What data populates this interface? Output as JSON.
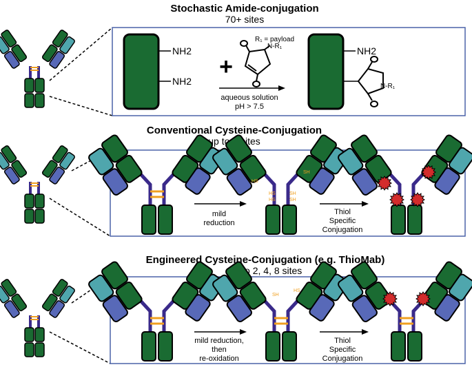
{
  "sections": [
    {
      "title": "Stochastic Amide-conjugation",
      "subtitle": "70+ sites",
      "labels": {
        "nh2_top": "NH2",
        "nh2_bottom": "NH2",
        "plus": "+",
        "payload_key": "R₁ = payload",
        "r1_maleimide": "N-R₁",
        "arrow_line1": "aqueous solution",
        "arrow_line2": "pH > 7.5",
        "product_nh2": "NH2",
        "product_r1": "N-R₁"
      }
    },
    {
      "title": "Conventional Cysteine-Conjugation",
      "subtitle": "up to 8 sites",
      "arrow1": [
        "mild",
        "reduction"
      ],
      "arrow2": [
        "Thiol",
        "Specific",
        "Conjugation"
      ],
      "sh_label": "SH",
      "hs_label": "HS"
    },
    {
      "title": "Engineered Cysteine-Conjugation (e.g. ThioMab)",
      "subtitle": "up to 2, 4, 8 sites",
      "arrow1": [
        "mild reduction,",
        "then",
        "re-oxidation"
      ],
      "arrow2": [
        "Thiol",
        "Specific",
        "Conjugation"
      ],
      "sh_label": "SH",
      "hs_label": "HS"
    }
  ],
  "colors": {
    "heavy_chain": "#1a6b32",
    "light_chain": "#5869b8",
    "light_chain_c": "#4fa6ad",
    "hinge": "#3a2a8a",
    "disulfide": "#f0a020",
    "payload": "#d32c2c",
    "frame": "#4a62a8"
  }
}
